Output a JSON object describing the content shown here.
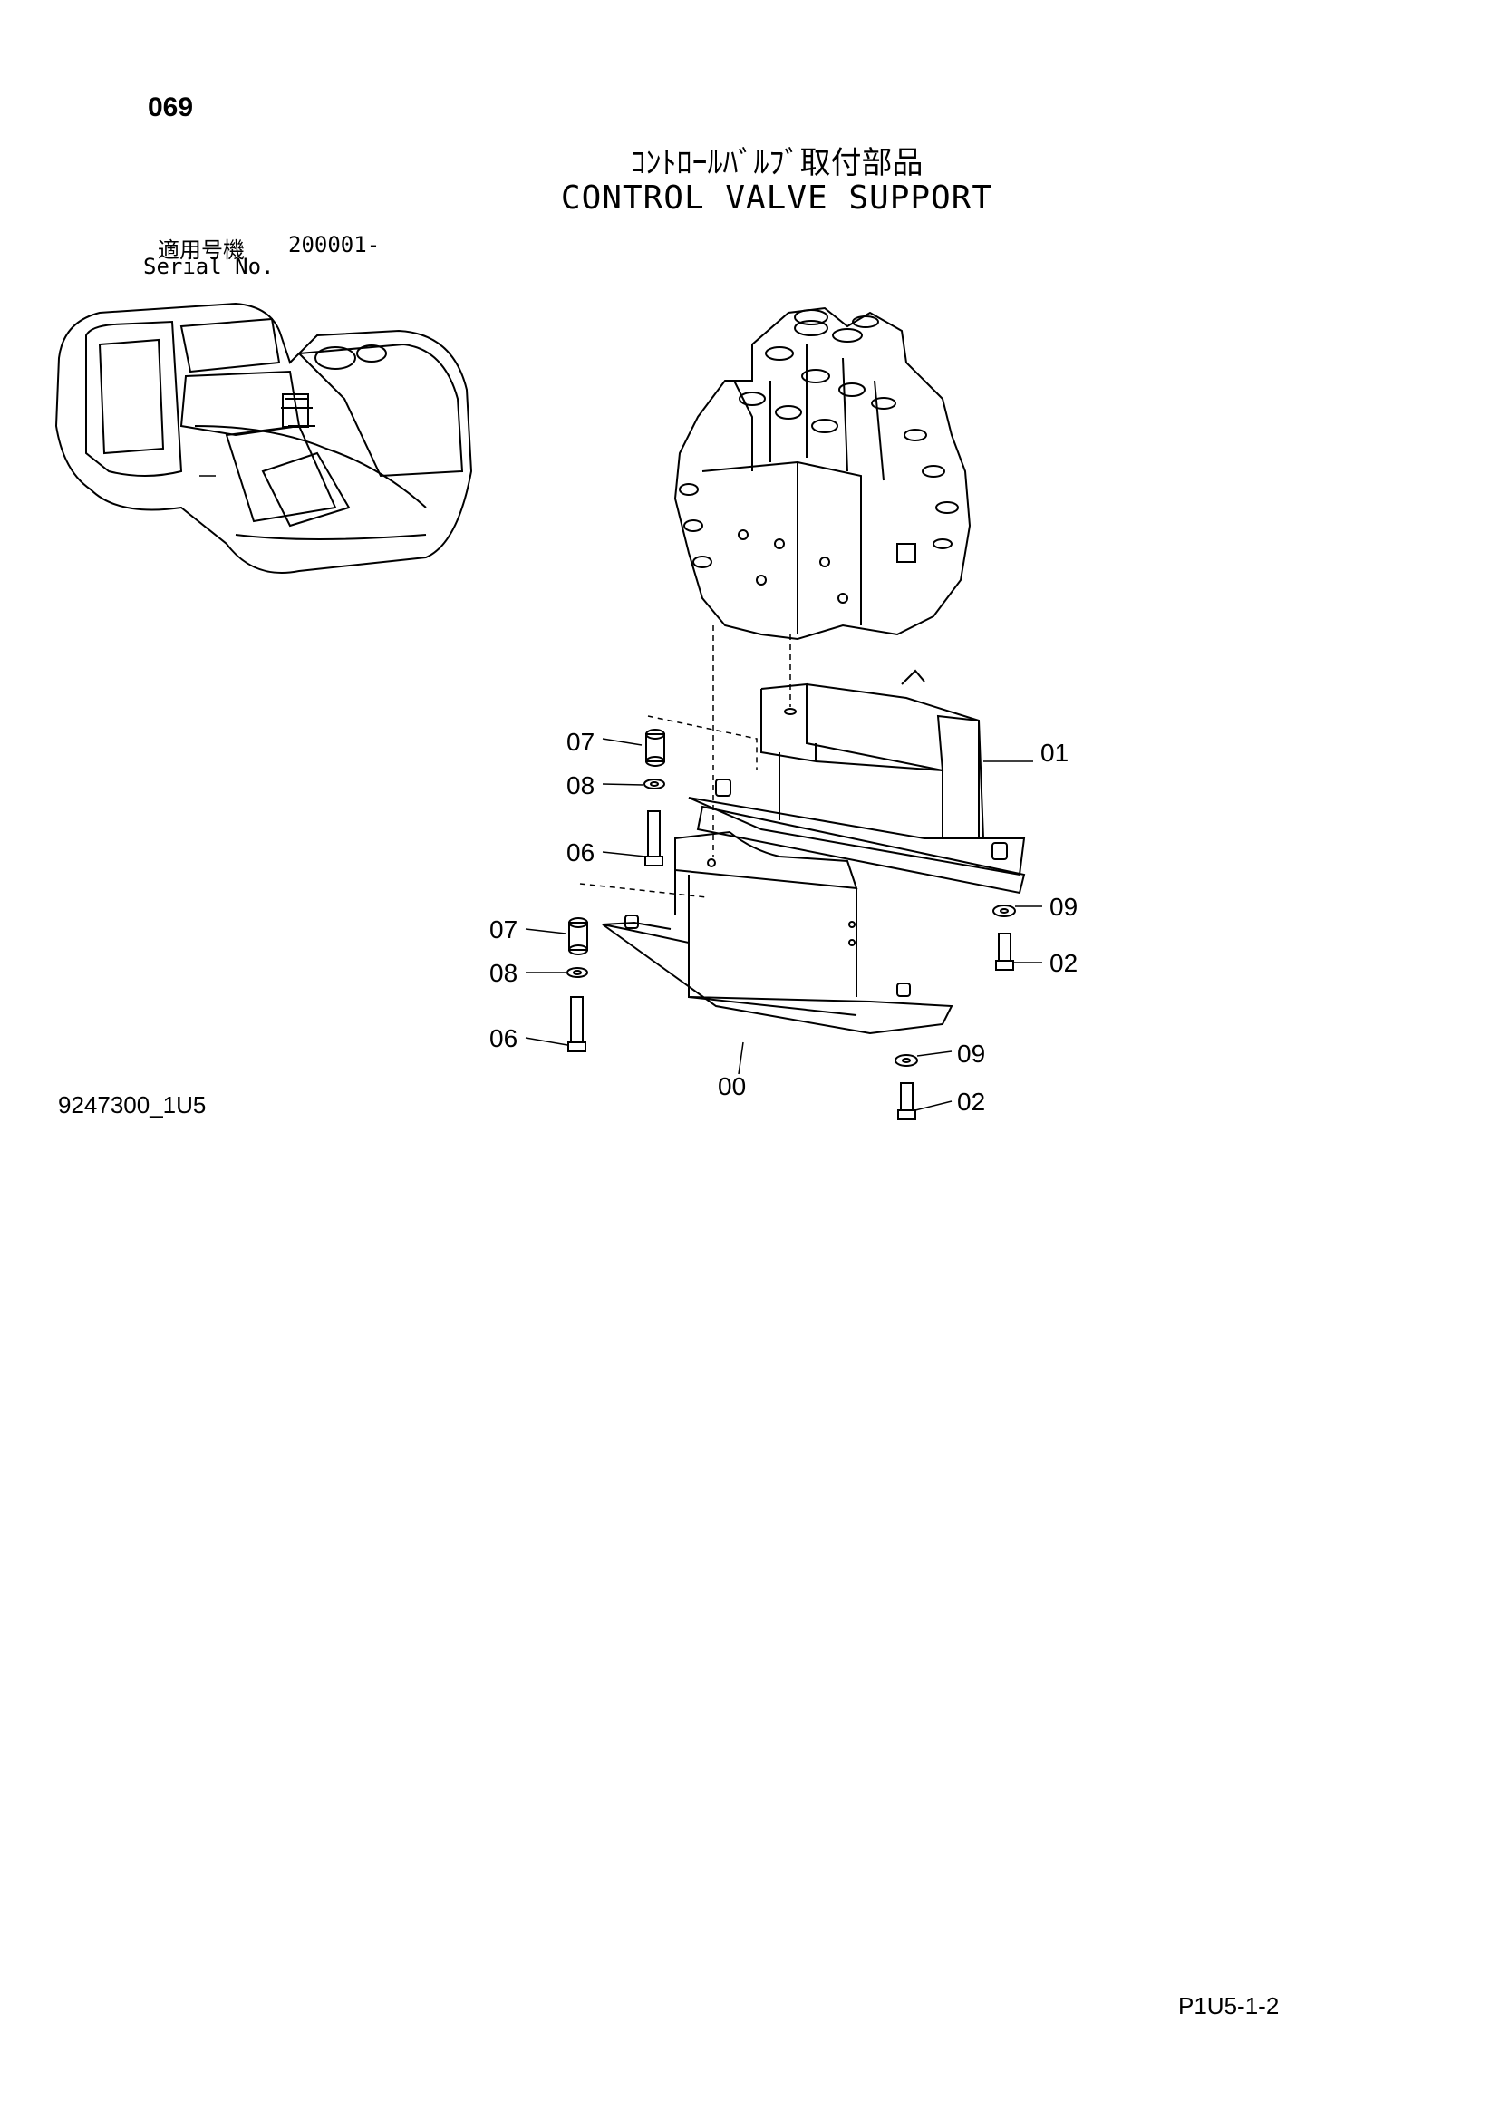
{
  "header": {
    "page_number": "069",
    "title_jp": "ｺﾝﾄﾛｰﾙﾊﾞﾙﾌﾞ取付部品",
    "title_en": "CONTROL VALVE SUPPORT"
  },
  "serial": {
    "label_jp": "適用号機",
    "value": "200001-",
    "label_en": "Serial No."
  },
  "drawing_id": "9247300_1U5",
  "footer_code": "P1U5-1-2",
  "callouts": {
    "c07a": "07",
    "c08a": "08",
    "c06a": "06",
    "c01": "01",
    "c09a": "09",
    "c02a": "02",
    "c07b": "07",
    "c08b": "08",
    "c06b": "06",
    "c00": "00",
    "c09b": "09",
    "c02b": "02"
  },
  "icons": {
    "machine": "excavator-overview-icon",
    "valve": "control-valve-icon"
  }
}
